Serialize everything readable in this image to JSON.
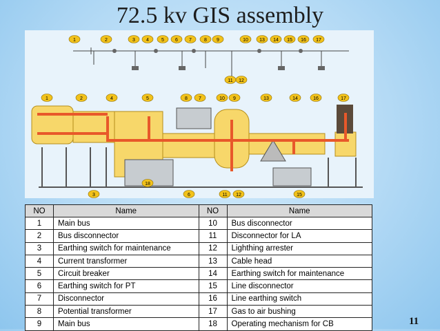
{
  "slide": {
    "title": "72.5 kv GIS assembly",
    "page_number": "11"
  },
  "single_line_labels": [
    "1",
    "2",
    "3",
    "4",
    "5",
    "6",
    "7",
    "8",
    "9",
    "10",
    "13",
    "14",
    "15",
    "16",
    "17",
    "11",
    "12"
  ],
  "assembly_labels": [
    "1",
    "2",
    "4",
    "5",
    "8",
    "7",
    "10",
    "9",
    "13",
    "14",
    "16",
    "17",
    "3",
    "18",
    "6",
    "11",
    "12",
    "15"
  ],
  "table": {
    "headers": [
      "NO",
      "Name",
      "NO",
      "Name"
    ],
    "rows": [
      [
        "1",
        "Main bus",
        "10",
        "Bus disconnector"
      ],
      [
        "2",
        "Bus disconnector",
        "11",
        "Disconnector for LA"
      ],
      [
        "3",
        "Earthing switch for maintenance",
        "12",
        "Lighthing arrester"
      ],
      [
        "4",
        "Current transformer",
        "13",
        "Cable head"
      ],
      [
        "5",
        "Circuit breaker",
        "14",
        "Earthing switch for maintenance"
      ],
      [
        "6",
        "Earthing switch for PT",
        "15",
        "Line disconnector"
      ],
      [
        "7",
        "Disconnector",
        "16",
        "Line earthing switch"
      ],
      [
        "8",
        "Potential transformer",
        "17",
        "Gas to air bushing"
      ],
      [
        "9",
        "Main bus",
        "18",
        "Operating mechanism for CB"
      ]
    ]
  },
  "colors": {
    "label_yellow": "#f2c21b",
    "conductor": "#e8582a",
    "housing": "#f7d76a"
  }
}
